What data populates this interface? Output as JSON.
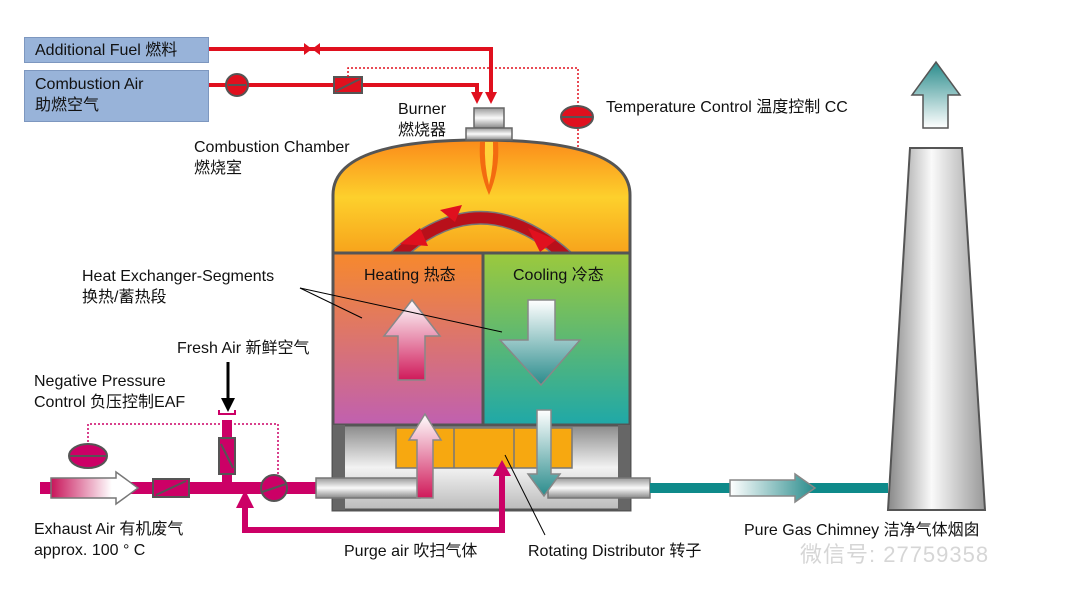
{
  "inputs": {
    "additional_fuel": "Additional Fuel 燃料",
    "combustion_air_en": "Combustion Air",
    "combustion_air_cn": "助燃空气"
  },
  "labels": {
    "burner_en": "Burner",
    "burner_cn": "燃烧器",
    "temperature_control": "Temperature Control 温度控制 CC",
    "combustion_chamber_en": "Combustion Chamber",
    "combustion_chamber_cn": "燃烧室",
    "heat_exchanger_en": "Heat Exchanger-Segments",
    "heat_exchanger_cn": "换热/蓄热段",
    "heating": "Heating 热态",
    "cooling": "Cooling 冷态",
    "fresh_air": "Fresh Air 新鲜空气",
    "negative_pressure_1": "Negative Pressure",
    "negative_pressure_2": "Control 负压控制EAF",
    "exhaust_air": "Exhaust Air 有机废气",
    "exhaust_temp": "approx. 100 ° C",
    "purge_air": "Purge air 吹扫气体",
    "rotating_distributor": "Rotating Distributor 转子",
    "pure_gas_chimney": "Pure Gas Chimney 洁净气体烟囱"
  },
  "watermark": "微信号: 27759358",
  "colors": {
    "fuel_line": "#e0101e",
    "exhaust_line": "#cc0066",
    "clean_line": "#0e8a8a",
    "input_box": "#98b3d9"
  }
}
